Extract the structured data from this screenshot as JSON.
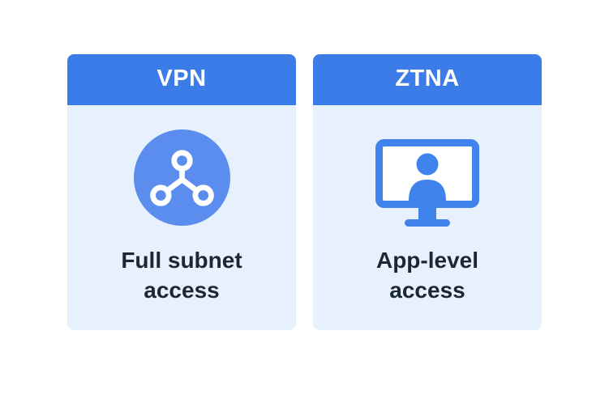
{
  "diagram": {
    "cards": [
      {
        "title": "VPN",
        "icon": "subnet-network-icon",
        "label": "Full subnet access"
      },
      {
        "title": "ZTNA",
        "icon": "monitor-user-icon",
        "label": "App-level access"
      }
    ]
  },
  "colors": {
    "header_blue": "#3c7ce9",
    "body_blue": "#e7f1fd",
    "icon_circle_blue": "#5a8dee",
    "monitor_blue": "#4183ec",
    "label_dark": "#1c2734",
    "canvas_white": "#ffffff",
    "icon_glyph_white": "#ffffff"
  }
}
